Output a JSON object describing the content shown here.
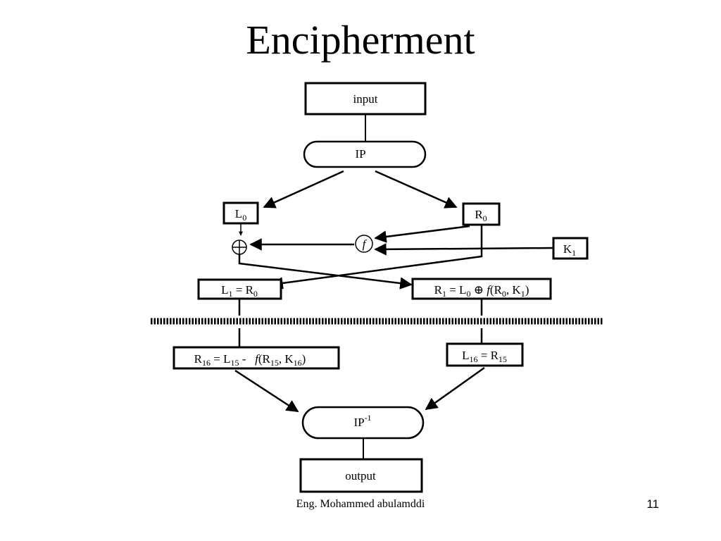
{
  "slide": {
    "title": "Encipherment",
    "footer": "Eng. Mohammed abulamddi",
    "page_number": "11"
  },
  "diagram": {
    "input": "input",
    "ip": "IP",
    "l0": {
      "base": "L",
      "sub": "0"
    },
    "r0": {
      "base": "R",
      "sub": "0"
    },
    "f": "f",
    "xor": "⊕",
    "k1": {
      "base": "K",
      "sub": "1"
    },
    "l1_eq": {
      "a": "L",
      "a_sub": "1",
      "eq": " = ",
      "b": "R",
      "b_sub": "0"
    },
    "r1_eq": {
      "a": "R",
      "a_sub": "1",
      "eq": " = ",
      "b": "L",
      "b_sub": "0",
      "op": " ⊕ ",
      "f": "f",
      "open": "(R",
      "c_sub": "0",
      "mid": ", K",
      "d_sub": "1",
      "close": ")"
    },
    "r16_eq": {
      "a": "R",
      "a_sub": "16",
      "eq": " = ",
      "b": "L",
      "b_sub": "15",
      "op": " -   ",
      "f": "f",
      "open": "(R",
      "c_sub": "15",
      "mid": ", K",
      "d_sub": "16",
      "close": ")"
    },
    "l16_eq": {
      "a": "L",
      "a_sub": "16",
      "eq": " = ",
      "b": "R",
      "b_sub": "15"
    },
    "ip_inv": {
      "base": "IP",
      "sup": "-1"
    },
    "output": "output"
  }
}
